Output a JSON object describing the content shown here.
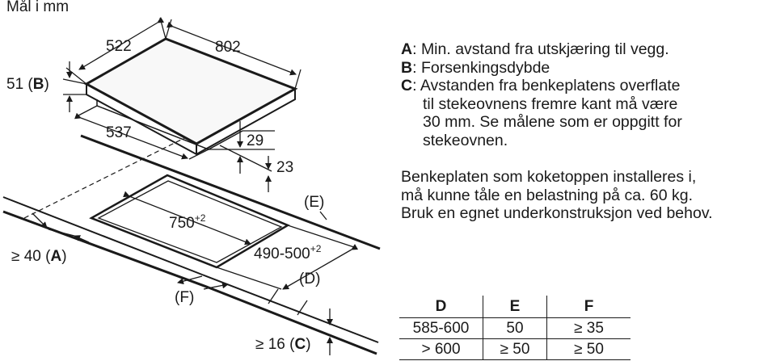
{
  "title": "Mål i mm",
  "diagram": {
    "dim_width": "522",
    "dim_depth": "802",
    "dim_b_value": "51",
    "dim_b_key": "B",
    "dim_537": "537",
    "dim_29": "29",
    "dim_23": "23",
    "cutout_depth": "750",
    "cutout_depth_tol": "+2",
    "cutout_width": "490-500",
    "cutout_width_tol": "+2",
    "label_e": "E",
    "label_d": "D",
    "label_f": "F",
    "dim_a_prefix": "≥ 40",
    "dim_a_key": "A",
    "dim_c_prefix": "≥ 16",
    "dim_c_key": "C"
  },
  "notes": [
    {
      "key": "A",
      "lines": [
        "Min. avstand fra utskjæring til vegg."
      ]
    },
    {
      "key": "B",
      "lines": [
        "Forsenkingsdybde"
      ]
    },
    {
      "key": "C",
      "lines": [
        "Avstanden fra benkeplatens overflate",
        "til stekeovnens fremre kant må være",
        "30 mm. Se målene som er oppgitt for",
        "stekeovnen."
      ]
    }
  ],
  "load_text": [
    "Benkeplaten som koketoppen installeres i,",
    "må kunne tåle en belastning på ca. 60 kg.",
    "Bruk en egnet underkonstruksjon ved behov."
  ],
  "table": {
    "headers": [
      "D",
      "E",
      "F"
    ],
    "rows": [
      [
        "585-600",
        "50",
        "≥ 35"
      ],
      [
        "> 600",
        "≥ 50",
        "≥ 50"
      ]
    ]
  }
}
